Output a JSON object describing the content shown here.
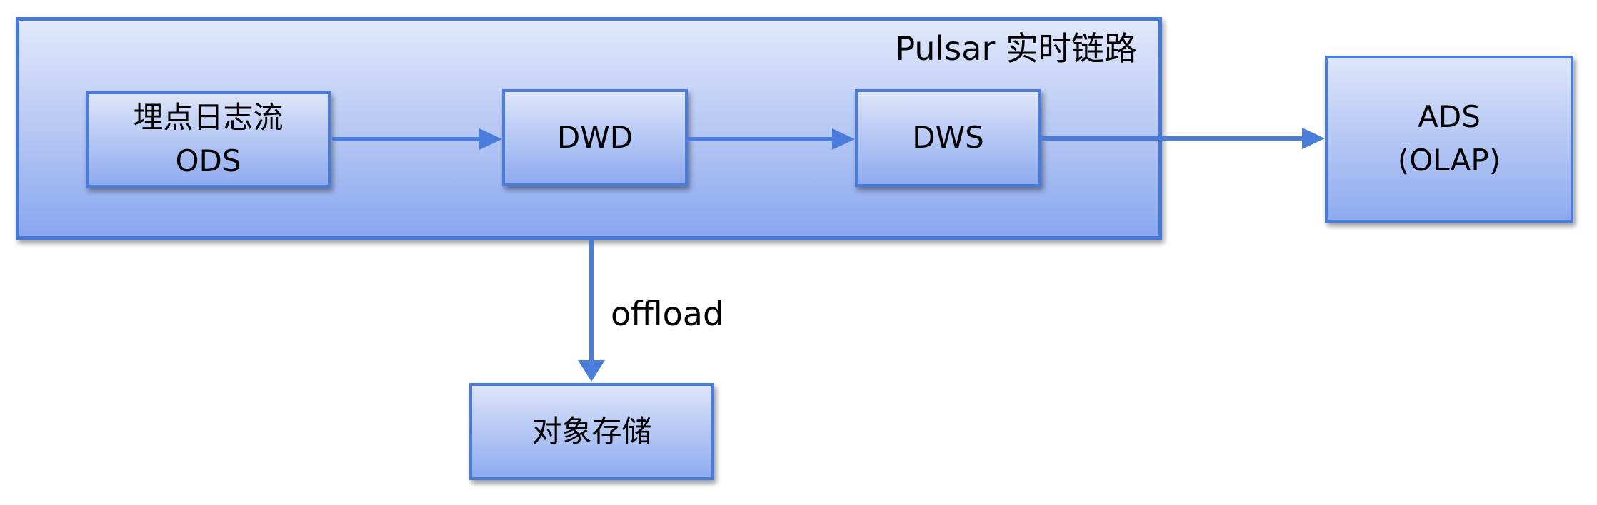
{
  "diagram": {
    "group": {
      "title": "Pulsar 实时链路"
    },
    "nodes": {
      "ods": {
        "label": "埋点日志流\nODS"
      },
      "dwd": {
        "label": "DWD"
      },
      "dws": {
        "label": "DWS"
      },
      "ads": {
        "label": "ADS\n(OLAP)"
      },
      "object_storage": {
        "label": "对象存储"
      }
    },
    "edges": [
      {
        "id": "ods-to-dwd",
        "from": "ods",
        "to": "dwd",
        "label": ""
      },
      {
        "id": "dwd-to-dws",
        "from": "dwd",
        "to": "dws",
        "label": ""
      },
      {
        "id": "dws-to-ads",
        "from": "dws",
        "to": "ads",
        "label": ""
      },
      {
        "id": "pulsar-group-to-object-storage",
        "from": "pulsar-group",
        "to": "object_storage",
        "label": "offload"
      }
    ],
    "colors": {
      "canvas_background": "#ffffff",
      "group_border": "#4678d8",
      "node_border": "#4a7cdb",
      "arrow": "#4a7cdb",
      "fill_gradient_top": "#e1e8fb",
      "fill_gradient_bottom": "#8aa6ee",
      "text": "#000000"
    }
  }
}
